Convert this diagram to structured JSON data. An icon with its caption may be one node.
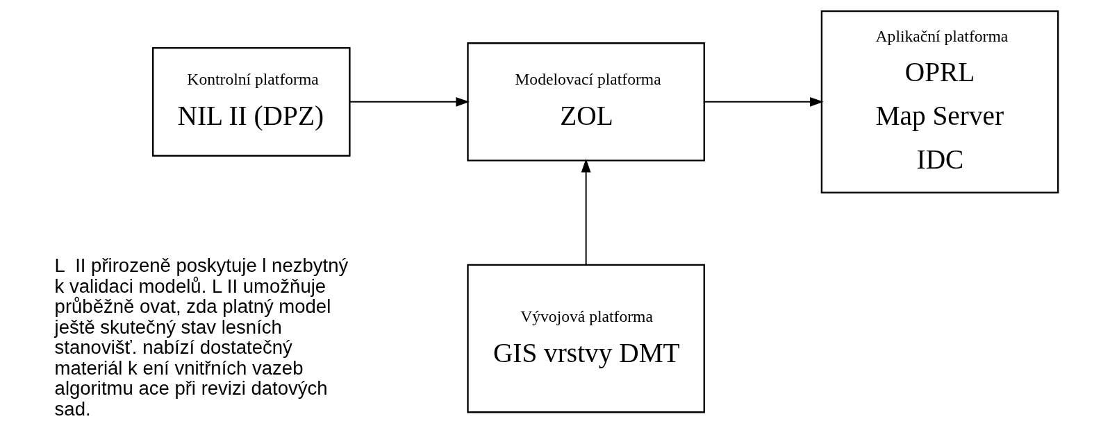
{
  "diagram": {
    "nodes": [
      {
        "text": [
          "Kontrolní platforma",
          "NIL II (DPZ)"
        ]
      },
      {
        "text": [
          "Modelovací platforma",
          "ZOL"
        ]
      },
      {
        "text": [
          "Aplikační platforma",
          "OPRL",
          "Map Server",
          "IDC"
        ]
      },
      {
        "text": [
          "Vývojová platforma",
          "GIS vrstvy DMT"
        ]
      }
    ],
    "edges": [
      {
        "from": 0,
        "to": 1,
        "arrow": "to"
      },
      {
        "from": 1,
        "to": 2,
        "arrow": "to"
      },
      {
        "from": 3,
        "to": 1,
        "arrow": "to"
      }
    ],
    "labels": [
      "L  II přirozeně poskytuje l nezbytný k validaci modelů. L II umožňuje průběžně ovat, zda platný model ještě skutečný stav lesních stanovišť. nabízí dostatečný materiál k ení vnitřních vazeb algoritmu ace při revizi datových sad."
    ]
  }
}
